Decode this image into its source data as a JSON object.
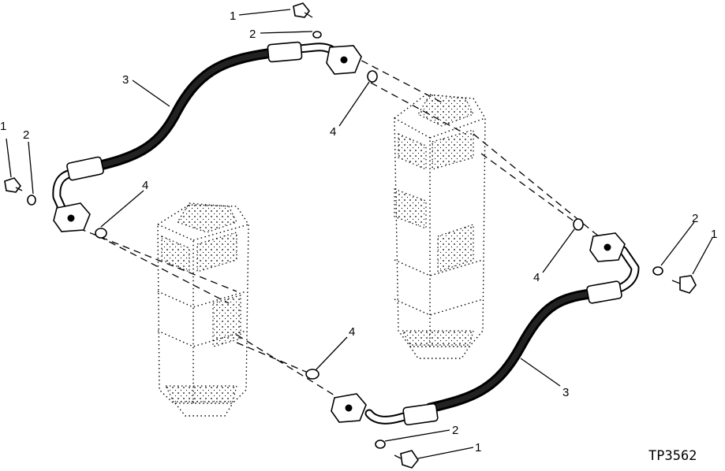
{
  "figure_id": "TP3562",
  "callouts": {
    "bolt": "1",
    "washer": "2",
    "hose": "3",
    "o_ring": "4"
  }
}
